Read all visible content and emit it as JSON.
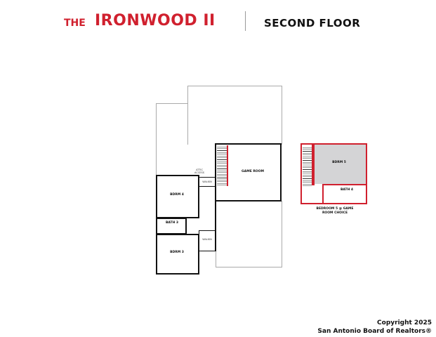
{
  "header": {
    "prefix": "THE",
    "plan_name": "IRONWOOD II",
    "floor": "SECOND FLOOR"
  },
  "rooms": {
    "game_room": {
      "label": "GAME ROOM"
    },
    "bdrm4": {
      "label": "BDRM 4"
    },
    "bath3": {
      "label": "BATH 3"
    },
    "bdrm3": {
      "label": "BDRM 3"
    },
    "walkin": "WALKIN",
    "attic_access": "ATTIC ACCESS",
    "bdrm5": {
      "label": "BDRM 5"
    },
    "bath4": {
      "label": "BATH 4"
    },
    "option_caption": "BEDROOM 5 @ GAME ROOM CHOICE"
  },
  "colors": {
    "brand_red": "#d0202e",
    "option_fill": "#d4d4d6",
    "wall": "#111111"
  },
  "footer": {
    "copyright": "Copyright 2025",
    "owner": "San Antonio Board of Realtors®"
  }
}
